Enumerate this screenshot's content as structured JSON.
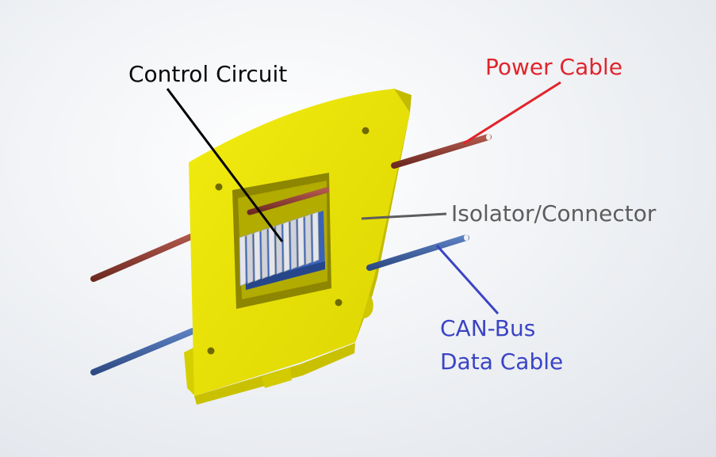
{
  "labels": {
    "control_circuit": "Control Circuit",
    "power_cable": "Power Cable",
    "isolator_connector": "Isolator/Connector",
    "can_bus_line1": "CAN-Bus",
    "can_bus_line2": "Data Cable"
  },
  "colors": {
    "board": "#e6e000",
    "board_edge": "#b9b000",
    "power_cable": "#8a3a30",
    "data_cable": "#3f5fa0",
    "heatsink": "#d9dbe0",
    "circuit_base": "#3a63b8",
    "label_control": "#0a0a0a",
    "label_power": "#e1242b",
    "label_isolator": "#5d5d5d",
    "label_canbus": "#3b44c4"
  }
}
